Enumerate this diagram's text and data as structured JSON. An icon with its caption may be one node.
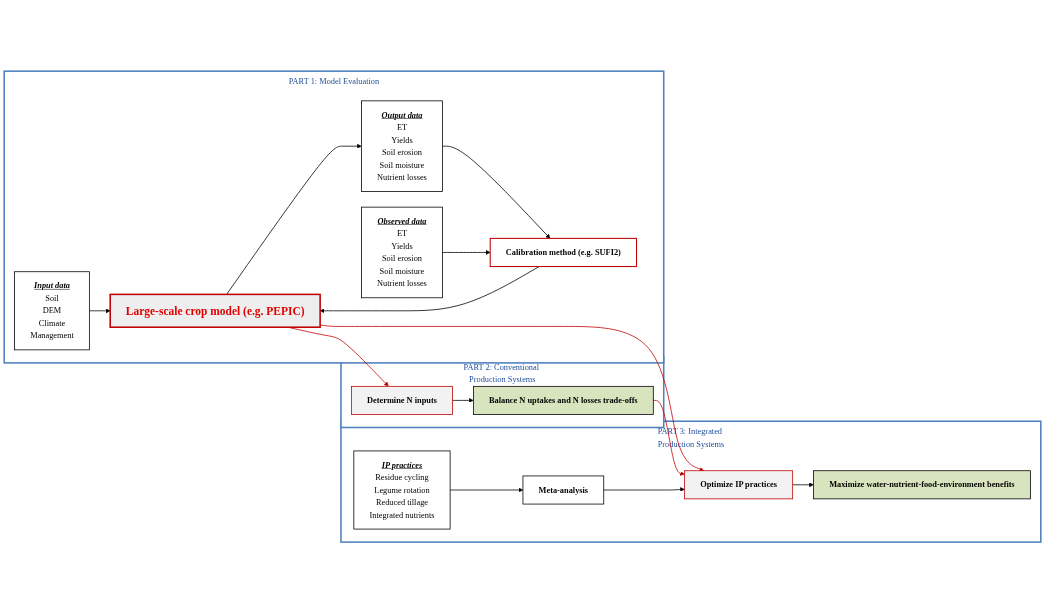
{
  "diagram": {
    "nodes": [
      {
        "text": [
          "PART 1: Model Evaluation"
        ]
      },
      {
        "text": [
          "Input data",
          "Soil",
          "DEM",
          "Climate",
          "Management"
        ],
        "in": 0
      },
      {
        "text": [
          "Output data",
          "ET",
          "Yields",
          "Soil erosion",
          "Soil moisture",
          "Nutrient losses"
        ],
        "in": 0
      },
      {
        "text": [
          "Large-scale crop model (e.g. PEPIC)"
        ],
        "in": 0
      },
      {
        "text": [
          "Calibration method (e.g. SUFI2)"
        ],
        "in": 0
      },
      {
        "text": [
          "Observed data",
          "ET",
          "Yields",
          "Soil erosion",
          "Soil moisture",
          "Nutrient losses"
        ],
        "in": 0
      },
      {
        "text": [
          "PART 2: Conventional Production Systems"
        ]
      },
      {
        "text": [
          "Determine N inputs"
        ],
        "in": 6
      },
      {
        "text": [
          "Balance N uptakes and N losses trade-offs"
        ],
        "in": 6
      },
      {
        "text": [
          "PART 3: Integrated Production Systems"
        ]
      },
      {
        "text": [
          "Meta-analysis"
        ],
        "in": 9
      },
      {
        "text": [
          "IP practices",
          "Residue cycling",
          "Legume rotation",
          "Reduced tillage",
          "Integrated nutrients"
        ],
        "in": 9
      },
      {
        "text": [
          "Optimize IP practices"
        ],
        "in": 9
      },
      {
        "text": [
          "Maximize water-nutrient-food-environment benefits"
        ],
        "in": 9
      }
    ],
    "edges": [
      {
        "from": 1,
        "to": 3,
        "arrow": "to"
      },
      {
        "from": 3,
        "to": 2,
        "arrow": "to"
      },
      {
        "from": 2,
        "to": 4,
        "arrow": "to"
      },
      {
        "from": 4,
        "to": 3,
        "arrow": "to"
      },
      {
        "from": 5,
        "to": 4,
        "arrow": "to"
      },
      {
        "from": 3,
        "to": 7,
        "arrow": "to",
        "color": "#c00000"
      },
      {
        "from": 3,
        "to": 12,
        "arrow": "to",
        "color": "#c00000"
      },
      {
        "from": 7,
        "to": 8,
        "arrow": "to"
      },
      {
        "from": 8,
        "to": 12,
        "arrow": "to",
        "color": "#c00000"
      },
      {
        "from": 11,
        "to": 10,
        "arrow": "to"
      },
      {
        "from": 10,
        "to": 12,
        "arrow": "to"
      },
      {
        "from": 12,
        "to": 13,
        "arrow": "to"
      }
    ]
  }
}
